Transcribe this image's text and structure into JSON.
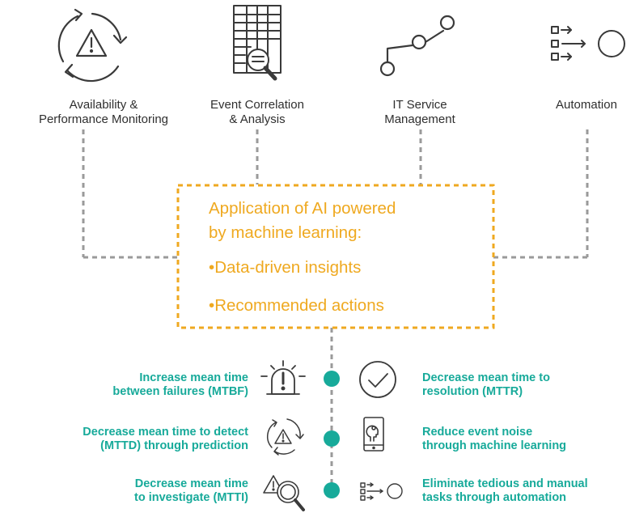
{
  "colors": {
    "accent": "#efa920",
    "teal": "#17aa9a",
    "icon": "#3a3a3a",
    "dash": "#9a9a9a"
  },
  "top": [
    {
      "label": "Availability &\nPerformance Monitoring",
      "icon": "warning-cycle-icon"
    },
    {
      "label": "Event Correlation\n& Analysis",
      "icon": "document-magnifier-icon"
    },
    {
      "label": "IT Service\nManagement",
      "icon": "connected-path-icon"
    },
    {
      "label": "Automation",
      "icon": "automation-flow-icon"
    }
  ],
  "center": {
    "title_line1": "Application of AI powered",
    "title_line2": "by machine learning:",
    "bullet1": "Data-driven insights",
    "bullet2": "Recommended actions"
  },
  "benefits": {
    "left": [
      {
        "text": "Increase mean time\nbetween failures (MTBF)",
        "icon": "alert-icon"
      },
      {
        "text": "Decrease mean time to detect\n(MTTD) through prediction",
        "icon": "warning-cycle-icon"
      },
      {
        "text": "Decrease mean time\nto investigate (MTTI)",
        "icon": "warning-magnifier-icon"
      }
    ],
    "right": [
      {
        "text": "Decrease mean time to\nresolution (MTTR)",
        "icon": "check-circle-icon"
      },
      {
        "text": "Reduce event noise\nthrough machine learning",
        "icon": "ai-tablet-icon"
      },
      {
        "text": "Eliminate tedious and manual\ntasks through automation",
        "icon": "automation-flow-icon"
      }
    ]
  }
}
